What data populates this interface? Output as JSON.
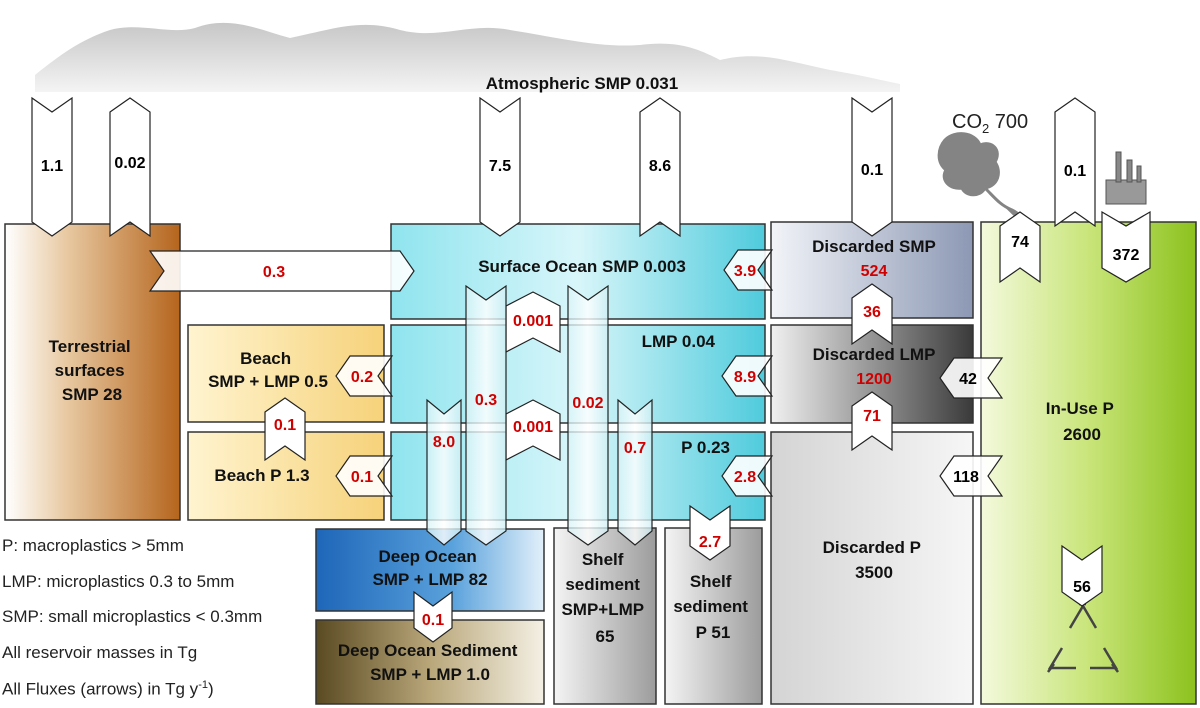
{
  "atmosphere": {
    "label": "Atmospheric SMP 0.031"
  },
  "co2": {
    "prefix": "CO",
    "sub": "2",
    "value": "700"
  },
  "reservoirs": {
    "terrestrial": {
      "line1": "Terrestrial",
      "line2": "surfaces",
      "line3": "SMP 28"
    },
    "beach_smp": {
      "line1": "Beach",
      "line2": "SMP + LMP 0.5"
    },
    "beach_p": {
      "line1": "Beach P 1.3"
    },
    "surface_smp": {
      "line1": "Surface Ocean SMP 0.003"
    },
    "surface_lmp": {
      "line1": "LMP 0.04"
    },
    "surface_p": {
      "line1": "P 0.23"
    },
    "deep_ocean": {
      "line1": "Deep Ocean",
      "line2": "SMP + LMP 82"
    },
    "deep_sediment": {
      "line1": "Deep Ocean Sediment",
      "line2": "SMP + LMP 1.0"
    },
    "shelf_smp": {
      "line1": "Shelf",
      "line2": "sediment",
      "line3": "SMP+LMP",
      "line4": "65"
    },
    "shelf_p": {
      "line1": "Shelf",
      "line2": "sediment",
      "line3": "P 51"
    },
    "discarded_smp": {
      "line1": "Discarded SMP",
      "value": "524"
    },
    "discarded_lmp": {
      "line1": "Discarded LMP",
      "value": "1200"
    },
    "discarded_p": {
      "line1": "Discarded P",
      "line2": "3500"
    },
    "inuse": {
      "line1": "In-Use P",
      "line2": "2600"
    }
  },
  "fluxes": {
    "atm_terr_down": "1.1",
    "atm_terr_up": "0.02",
    "atm_ocean_down": "7.5",
    "atm_ocean_up": "8.6",
    "atm_disc_down": "0.1",
    "atm_inuse_down": "0.1",
    "terr_to_ocean": "0.3",
    "disc_smp_to_ocean": "3.9",
    "disc_lmp_to_ocean": "8.9",
    "disc_p_to_ocean": "2.8",
    "ocean_to_beach_smp": "0.2",
    "ocean_to_beach_p": "0.1",
    "beach_p_to_beach_smp": "0.1",
    "lmp_to_smp_up": "0.001",
    "p_to_lmp_up": "0.001",
    "surface_to_deep_a": "8.0",
    "surface_to_deep_b": "0.3",
    "surface_to_shelf_a": "0.02",
    "surface_to_shelf_b": "0.7",
    "surface_p_to_shelf_p": "2.7",
    "deep_to_sediment": "0.1",
    "disc_lmp_to_smp": "36",
    "disc_p_to_lmp": "71",
    "inuse_to_co2": "74",
    "industry_to_inuse": "372",
    "inuse_to_disc_lmp": "42",
    "inuse_to_disc_p": "118",
    "recycle": "56"
  },
  "legend": {
    "p": "P: macroplastics > 5mm",
    "lmp": "LMP: microplastics 0.3 to 5mm",
    "smp": "SMP: small microplastics < 0.3mm",
    "masses": "All reservoir masses in Tg",
    "fluxes_prefix": "All Fluxes (arrows) in Tg y",
    "fluxes_exp": "-1",
    "fluxes_suffix": ")"
  },
  "colors": {
    "terrestrial": "#b5651d",
    "beach": "#fbe3a0",
    "ocean": "#5fd3e0",
    "deep_ocean": "#2c7bc4",
    "sediment": "#6b5a2e",
    "shelf": "#b8b8b8",
    "discarded_smp": "#9aa6c0",
    "discarded_lmp": "#555555",
    "discarded_p": "#cfcfcf",
    "inuse": "#9acd32",
    "red_flux": "#d00000"
  }
}
